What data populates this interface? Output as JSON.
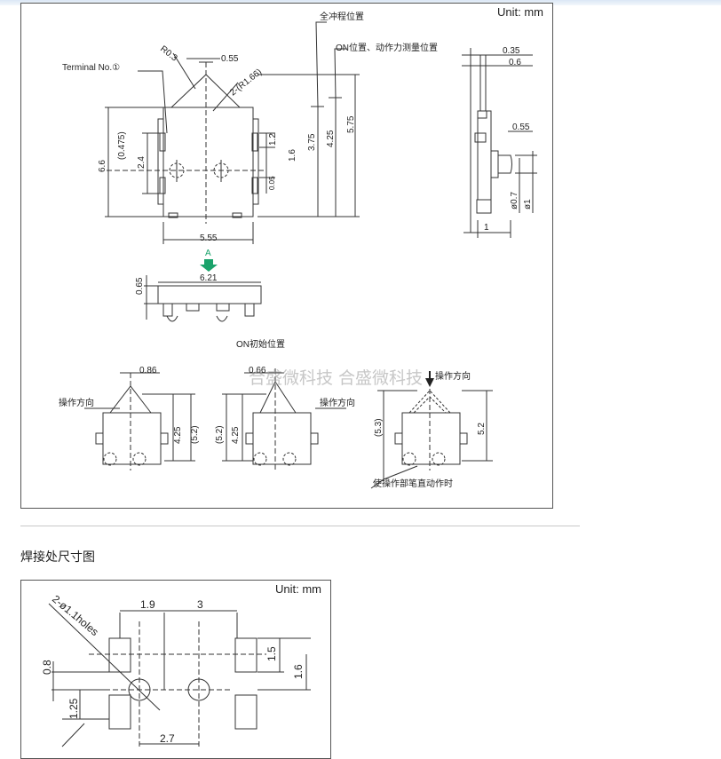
{
  "top_panel": {
    "unit": "Unit: mm",
    "labels": {
      "terminal": "Terminal No.①",
      "full_stroke": "全冲程位置",
      "on_position": "ON位置、动作力测量位置",
      "on_initial": "ON初始位置",
      "direction": "操作方向",
      "operate_tip": "使操作部笔直动作时",
      "view_a": "A"
    },
    "dims": {
      "r03": "R0.3",
      "d055": "0.55",
      "r166": "2-(R1.66)",
      "d0475": "(0.475)",
      "d66": "6.6",
      "d24": "2.4",
      "d12": "1.2",
      "d16": "1.6",
      "d05": "0.05",
      "d375": "3.75",
      "d425": "4.25",
      "d575": "5.75",
      "d555": "5.55",
      "d035": "0.35",
      "d06": "0.6",
      "d055r": "0.55",
      "d07": "ø0.7",
      "d1": "ø1",
      "d1w": "1",
      "d065": "0.65",
      "d621": "6.21",
      "d086": "0.86",
      "d066": "0.66",
      "d52p": "(5.2)",
      "d53p": "(5.3)",
      "d52": "5.2"
    },
    "watermark": "合盛微科技 合盛微科技"
  },
  "section_heading": "焊接处尺寸图",
  "bottom_panel": {
    "unit": "Unit: mm",
    "dims": {
      "holes": "2-ø1.1holes",
      "d19": "1.9",
      "d3": "3",
      "d08": "0.8",
      "d15": "1.5",
      "d16": "1.6",
      "d125": "1.25",
      "d27": "2.7"
    }
  },
  "colors": {
    "accent_arrow": "#1aa36b",
    "line": "#333333",
    "border": "#555555"
  }
}
